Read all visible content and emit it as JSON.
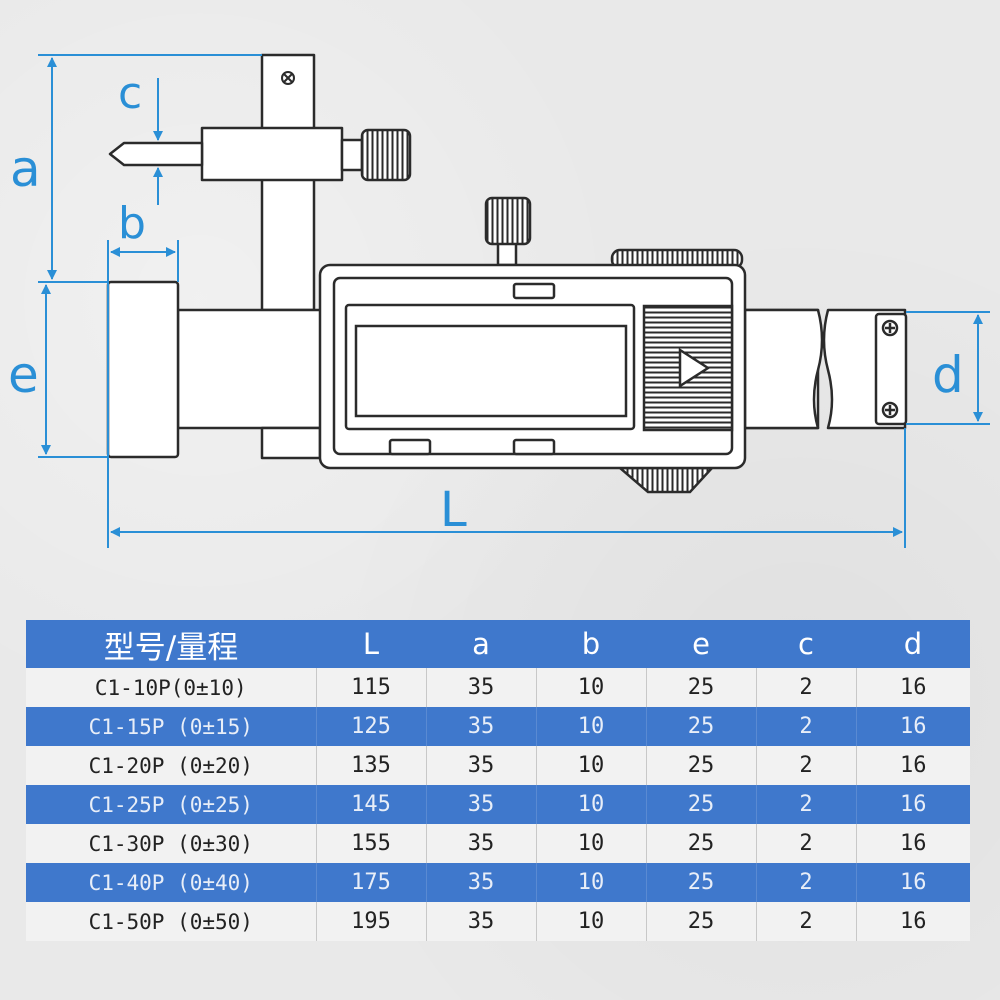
{
  "dimension_labels": {
    "a": "a",
    "b": "b",
    "c": "c",
    "d": "d",
    "e": "e",
    "L": "L"
  },
  "table": {
    "headers": [
      "型号/量程",
      "L",
      "a",
      "b",
      "e",
      "c",
      "d"
    ],
    "rows": [
      [
        "C1-10P(0±10)",
        "115",
        "35",
        "10",
        "25",
        "2",
        "16"
      ],
      [
        "C1-15P (0±15)",
        "125",
        "35",
        "10",
        "25",
        "2",
        "16"
      ],
      [
        "C1-20P (0±20)",
        "135",
        "35",
        "10",
        "25",
        "2",
        "16"
      ],
      [
        "C1-25P (0±25)",
        "145",
        "35",
        "10",
        "25",
        "2",
        "16"
      ],
      [
        "C1-30P (0±30)",
        "155",
        "35",
        "10",
        "25",
        "2",
        "16"
      ],
      [
        "C1-40P (0±40)",
        "175",
        "35",
        "10",
        "25",
        "2",
        "16"
      ],
      [
        "C1-50P (0±50)",
        "195",
        "35",
        "10",
        "25",
        "2",
        "16"
      ]
    ]
  },
  "colors": {
    "dimension_blue": "#2a8fd6",
    "table_blue": "#3f78cc",
    "table_light": "#f2f2f2",
    "outline": "#2b2b2b"
  },
  "icons": [
    "screw-icon",
    "play-arrow-icon",
    "knurled-knob-icon"
  ]
}
